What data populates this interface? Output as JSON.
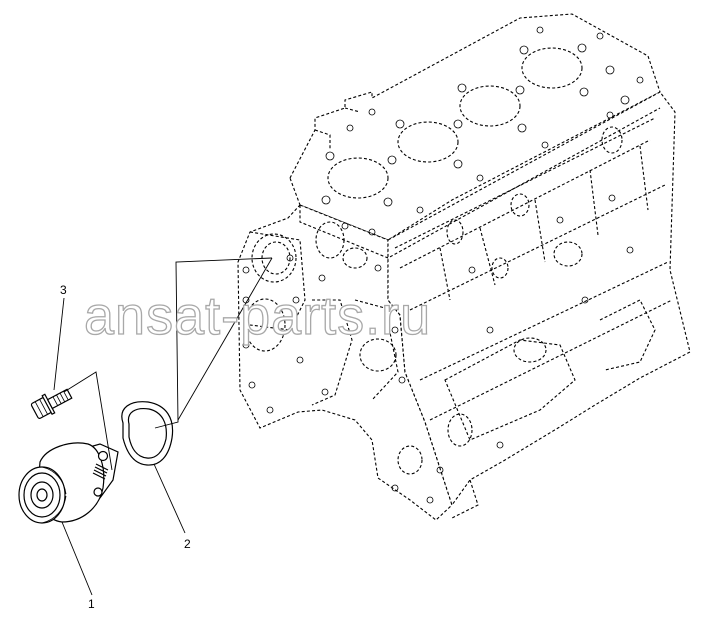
{
  "diagram": {
    "callouts": [
      {
        "id": "1",
        "label": "1",
        "part": "water-pump"
      },
      {
        "id": "2",
        "label": "2",
        "part": "gasket"
      },
      {
        "id": "3",
        "label": "3",
        "part": "bolt"
      }
    ]
  },
  "watermark": {
    "text": "ansat-parts.ru"
  },
  "colors": {
    "line": "#000000",
    "watermark_outline": "#a8a8a8",
    "background": "#ffffff"
  }
}
